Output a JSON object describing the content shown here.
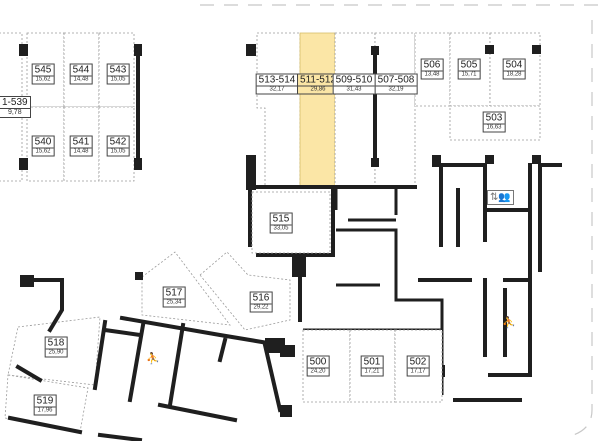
{
  "plan": {
    "selected_room": "511-512",
    "highlight_color": "#fbe6a6",
    "rooms": [
      {
        "id": "545",
        "area": "15,62"
      },
      {
        "id": "544",
        "area": "14,48"
      },
      {
        "id": "543",
        "area": "15,05"
      },
      {
        "id": "540",
        "area": "15,62"
      },
      {
        "id": "541",
        "area": "14,48"
      },
      {
        "id": "542",
        "area": "15,05"
      },
      {
        "id": "1-539",
        "area": "9,78"
      },
      {
        "id": "513-514",
        "area": "32,17"
      },
      {
        "id": "511-512",
        "area": "29,86"
      },
      {
        "id": "509-510",
        "area": "31,43"
      },
      {
        "id": "507-508",
        "area": "32,19"
      },
      {
        "id": "506",
        "area": "13,48"
      },
      {
        "id": "505",
        "area": "15,71"
      },
      {
        "id": "504",
        "area": "18,28"
      },
      {
        "id": "503",
        "area": "16,63"
      },
      {
        "id": "515",
        "area": "33,05"
      },
      {
        "id": "517",
        "area": "25,34"
      },
      {
        "id": "516",
        "area": "29,22"
      },
      {
        "id": "518",
        "area": "25,90"
      },
      {
        "id": "519",
        "area": "17,96"
      },
      {
        "id": "500",
        "area": "24,20"
      },
      {
        "id": "501",
        "area": "17,21"
      },
      {
        "id": "502",
        "area": "17,17"
      }
    ],
    "icons": [
      "elevator-icon",
      "stairs-icon",
      "stairs-icon"
    ]
  }
}
